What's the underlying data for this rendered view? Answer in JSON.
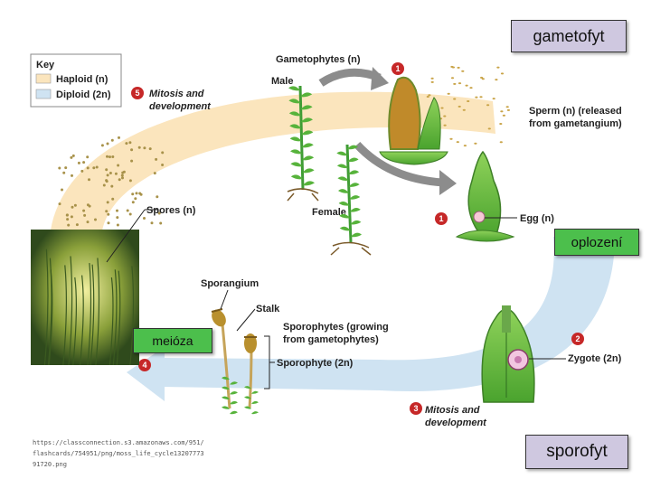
{
  "key": {
    "title": "Key",
    "haploid": "Haploid (n)",
    "diploid": "Diploid (2n)",
    "haploid_color": "#fbe5bd",
    "diploid_color": "#cfe3f2"
  },
  "labels": {
    "gametophytes": "Gametophytes (n)",
    "male": "Male",
    "female": "Female",
    "sperm_line1": "Sperm (n) (released",
    "sperm_line2": "from gametangium)",
    "egg": "Egg (n)",
    "spores": "Spores (n)",
    "sporangium": "Sporangium",
    "stalk": "Stalk",
    "sporophytes_line1": "Sporophytes (growing",
    "sporophytes_line2": "from gametophytes)",
    "sporophyte": "Sporophyte (2n)",
    "zygote": "Zygote (2n)",
    "mitosis5_line1": "Mitosis and",
    "mitosis5_line2": "development",
    "mitosis3_line1": "Mitosis and",
    "mitosis3_line2": "development"
  },
  "steps": {
    "s1a": "1",
    "s1b": "1",
    "s2": "2",
    "s3": "3",
    "s4": "4",
    "s5": "5"
  },
  "overlays": {
    "gametofyt": "gametofyt",
    "oplozeni": "oplození",
    "meioza": "meióza",
    "sporofyt": "sporofyt"
  },
  "source_url": "https://classconnection.s3.amazonaws.com/951/flashcards/754951/png/moss_life_cycle1320777391720.png",
  "colors": {
    "step_badge": "#c62828",
    "overlay_purple": "#cfc8e0",
    "overlay_green": "#4cbf4c",
    "plant_green": "#3f9c35"
  }
}
